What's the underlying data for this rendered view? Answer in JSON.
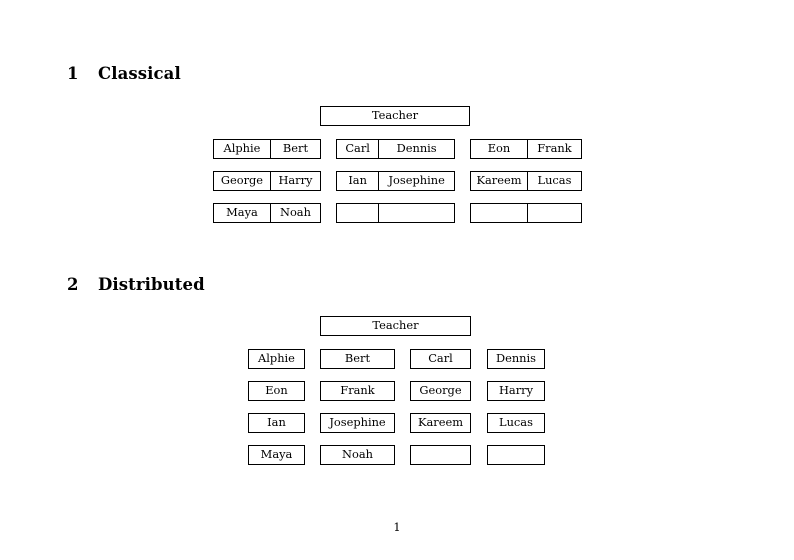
{
  "document": {
    "page_number": "1"
  },
  "sections": [
    {
      "number": "1",
      "title": "Classical",
      "root": {
        "label": "Teacher"
      },
      "groups": [
        {
          "rows": [
            {
              "cells": [
                "Alphie",
                "Bert"
              ]
            },
            {
              "cells": [
                "George",
                "Harry"
              ]
            },
            {
              "cells": [
                "Maya",
                "Noah"
              ]
            }
          ]
        },
        {
          "rows": [
            {
              "cells": [
                "Carl",
                "Dennis"
              ]
            },
            {
              "cells": [
                "Ian",
                "Josephine"
              ]
            },
            {
              "cells": [
                "",
                ""
              ]
            }
          ]
        },
        {
          "rows": [
            {
              "cells": [
                "Eon",
                "Frank"
              ]
            },
            {
              "cells": [
                "Kareem",
                "Lucas"
              ]
            },
            {
              "cells": [
                "",
                ""
              ]
            }
          ]
        }
      ]
    },
    {
      "number": "2",
      "title": "Distributed",
      "root": {
        "label": "Teacher"
      },
      "rows": [
        {
          "cells": [
            "Alphie",
            "Bert",
            "Carl",
            "Dennis"
          ]
        },
        {
          "cells": [
            "Eon",
            "Frank",
            "George",
            "Harry"
          ]
        },
        {
          "cells": [
            "Ian",
            "Josephine",
            "Kareem",
            "Lucas"
          ]
        },
        {
          "cells": [
            "Maya",
            "Noah",
            "",
            ""
          ]
        }
      ]
    }
  ]
}
